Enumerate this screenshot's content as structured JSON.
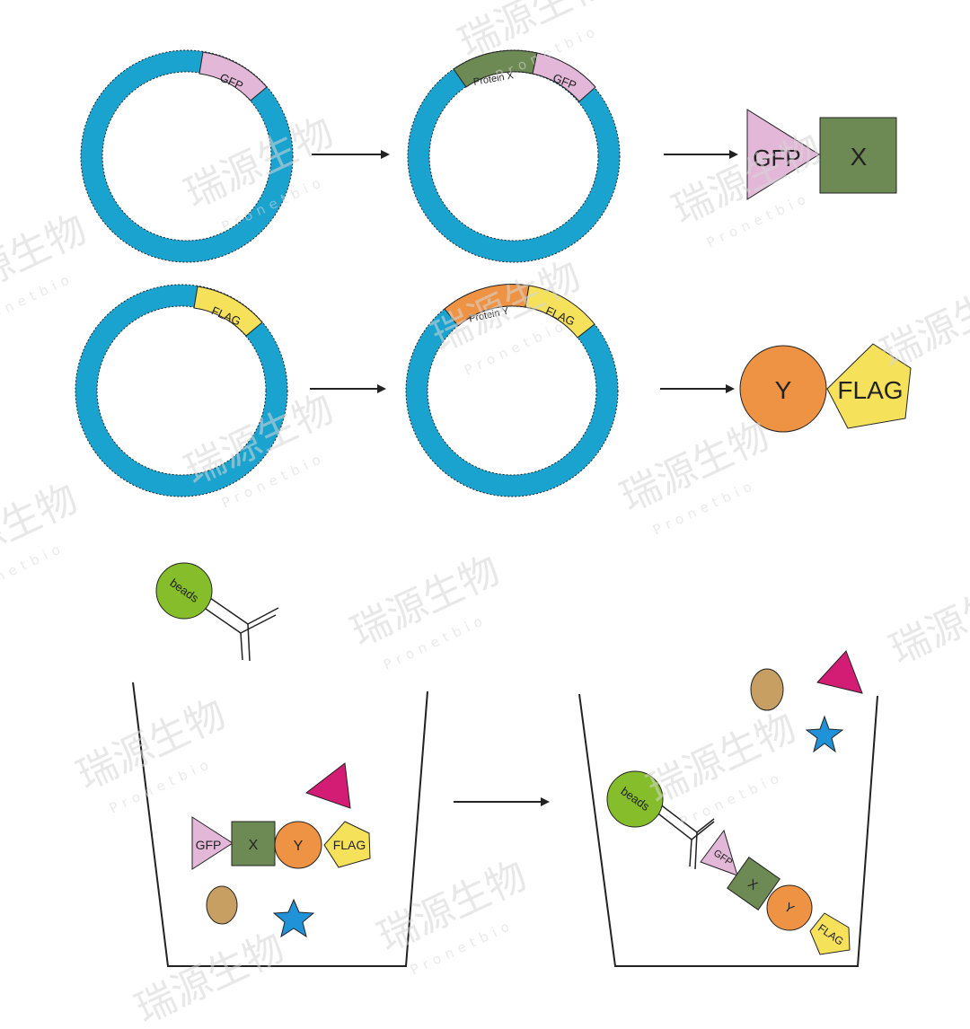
{
  "colors": {
    "plasmid": "#1aa3cf",
    "gfp": "#e3b7d8",
    "protein_x": "#6d8a55",
    "flag": "#f6e15a",
    "protein_y": "#ee9244",
    "bead": "#86bd2a",
    "magenta": "#d31d74",
    "star": "#1f92d8",
    "oval": "#c89f62",
    "outline": "#222222"
  },
  "plasmids": {
    "p1_tag": "GFP",
    "p2_insert": "Protein X",
    "p2_tag": "GFP",
    "p3_tag": "FLAG",
    "p4_insert": "Protein Y",
    "p4_tag": "FLAG"
  },
  "products": {
    "gfp_label": "GFP",
    "x_label": "X",
    "y_label": "Y",
    "flag_label": "FLAG"
  },
  "beads": {
    "label": "beads"
  },
  "mix": {
    "gfp": "GFP",
    "x": "X",
    "y": "Y",
    "flag": "FLAG"
  },
  "pulldown": {
    "bead_label": "beads",
    "gfp": "GFP",
    "x": "X",
    "y": "Y",
    "flag": "FLAG"
  },
  "watermark": {
    "cn": "瑞源生物",
    "en": "Pronetbio"
  },
  "icons": {
    "arrows": "right-arrow-icon",
    "beads": "bead-icon",
    "antibody": "antibody-icon",
    "star": "star-icon",
    "triangle": "triangle-icon",
    "oval": "oval-icon"
  }
}
